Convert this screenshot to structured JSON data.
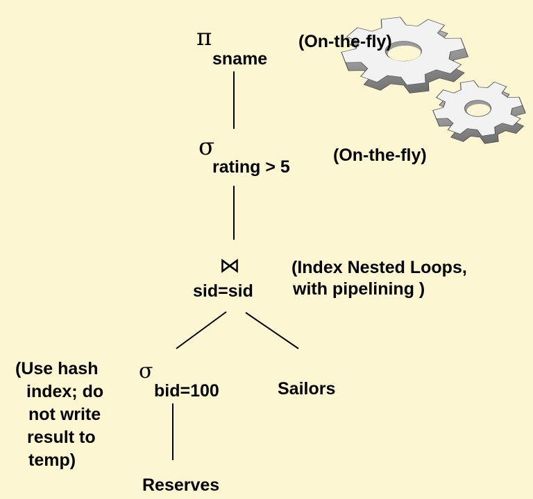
{
  "plan": {
    "projection": {
      "symbol": "π",
      "subscript": "sname",
      "note": "(On-the-fly)"
    },
    "selection_top": {
      "symbol": "σ",
      "subscript": "rating > 5",
      "note": "(On-the-fly)"
    },
    "join": {
      "symbol": "⋈",
      "subscript": "sid=sid",
      "note_line1": "(Index Nested Loops,",
      "note_line2": "with pipelining )"
    },
    "selection_bottom": {
      "symbol": "σ",
      "subscript": "bid=100",
      "note_lines": [
        "(Use hash",
        "index; do",
        "not write",
        "result to",
        "temp)"
      ]
    },
    "sailors": "Sailors",
    "reserves": "Reserves"
  },
  "icons": [
    "large-gear-icon",
    "small-gear-icon"
  ]
}
